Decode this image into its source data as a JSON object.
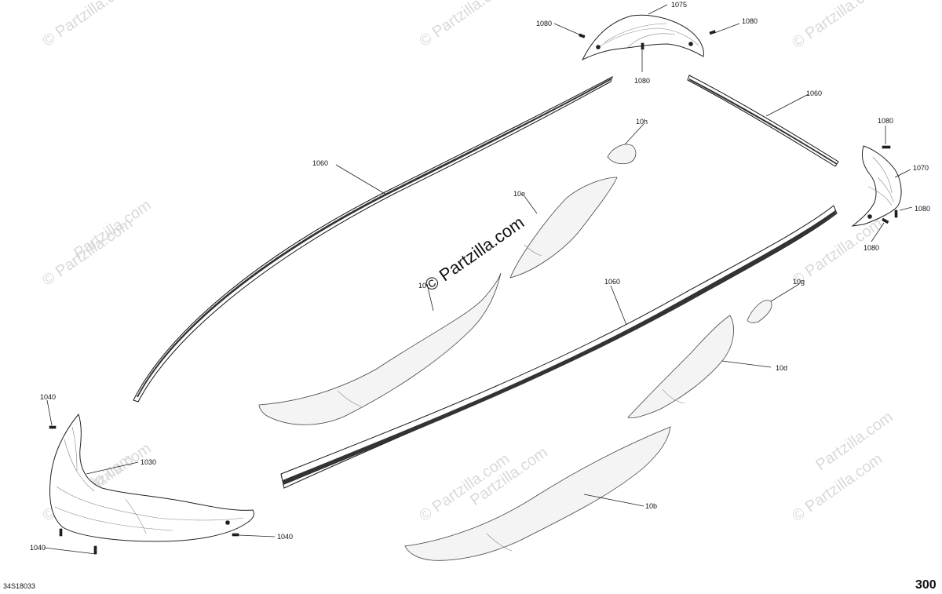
{
  "watermarks": {
    "text": "© Partzilla.com",
    "center_text": "© Partzilla.com",
    "secondary_text": "Partzilla.com"
  },
  "callouts": {
    "c1075": "1075",
    "c1080_a": "1080",
    "c1080_b": "1080",
    "c1080_c": "1080",
    "c1060_a": "1060",
    "c1060_b": "1060",
    "c1060_c": "1060",
    "c10h": "10h",
    "c10e": "10e",
    "c10f": "10",
    "c1080_d": "1080",
    "c1070": "1070",
    "c1080_e": "1080",
    "c1080_f": "1080",
    "c10g": "10g",
    "c10d": "10d",
    "c1040_a": "1040",
    "c1030": "1030",
    "c1040_b": "1040",
    "c1040_c": "1040",
    "c10b": "10b"
  },
  "footer": {
    "drawing_code": "34S18033",
    "page_number": "300"
  },
  "colors": {
    "line": "#222222",
    "watermark": "#d9d9d9",
    "background": "#ffffff"
  }
}
